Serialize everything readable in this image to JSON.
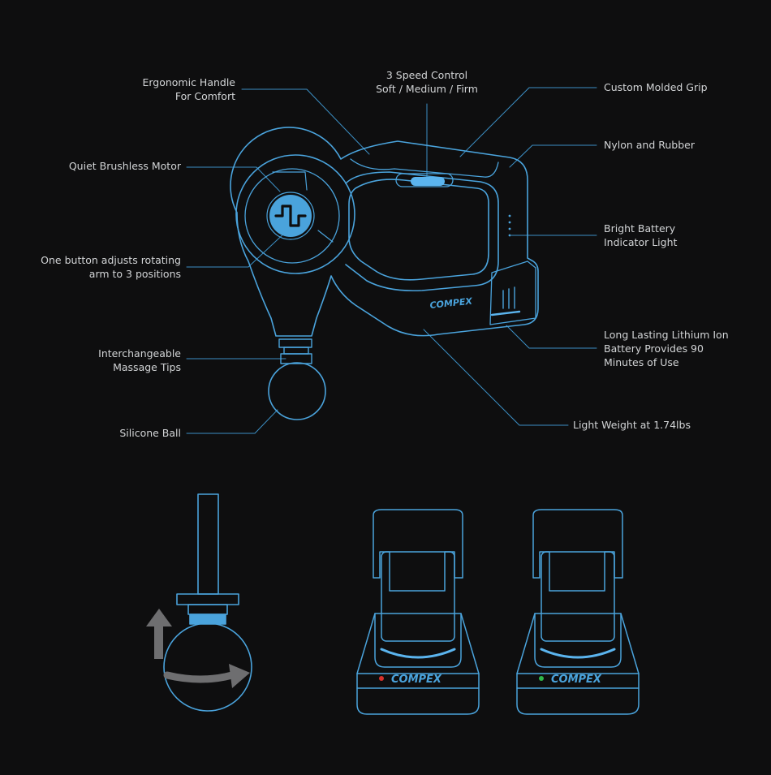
{
  "colors": {
    "background": "#0e0e0f",
    "outline": "#4aa3dc",
    "leader": "#3c8fc4",
    "accent": "#5bb4ee",
    "text": "#d2d4d6",
    "arrow": "#6e6e70",
    "led_red": "#d8312b",
    "led_green": "#2fb84a"
  },
  "brand": {
    "logo_text": "COMPEX"
  },
  "labels": {
    "ergonomic_handle": {
      "line1": "Ergonomic Handle",
      "line2": "For Comfort"
    },
    "speed_control": {
      "line1": "3 Speed Control",
      "line2": "Soft / Medium / Firm"
    },
    "custom_grip": {
      "line1": "Custom Molded Grip"
    },
    "nylon_rubber": {
      "line1": "Nylon and Rubber"
    },
    "brushless_motor": {
      "line1": "Quiet Brushless Motor"
    },
    "battery_indicator": {
      "line1": "Bright Battery",
      "line2": "Indicator Light"
    },
    "rotating_arm": {
      "line1": "One button adjusts rotating",
      "line2": "arm to 3 positions"
    },
    "lithium_battery": {
      "line1": "Long Lasting Lithium Ion",
      "line2": "Battery Provides 90",
      "line3": "Minutes of Use"
    },
    "massage_tips": {
      "line1": "Interchangeable",
      "line2": "Massage Tips"
    },
    "light_weight": {
      "line1": "Light Weight at 1.74lbs"
    },
    "silicone_ball": {
      "line1": "Silicone Ball"
    }
  },
  "icons": {
    "motor_logo": "compex-square-wave-icon",
    "up_arrow": "arrow-up-icon",
    "rotate_arrow": "arrow-rotate-icon"
  }
}
